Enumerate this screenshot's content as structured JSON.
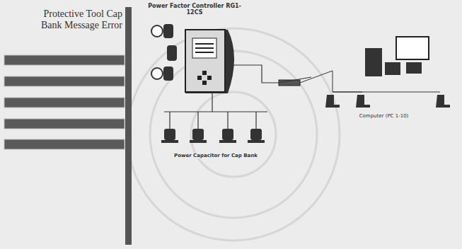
{
  "diagram": {
    "nodes": [
      {
        "text": [
          "Power Factor Controller RG1-12CS"
        ]
      },
      {
        "text": [
          "Protective Tool Cap Bank Message Error"
        ]
      },
      {
        "text": [
          "Power Capacitor for Cap Bank"
        ]
      },
      {
        "text": [
          "Computer (PC 1-10)"
        ]
      }
    ],
    "edges": [
      {
        "from": 0,
        "to": 2,
        "arrow": "none"
      },
      {
        "from": 0,
        "to": 3,
        "arrow": "none"
      }
    ]
  }
}
